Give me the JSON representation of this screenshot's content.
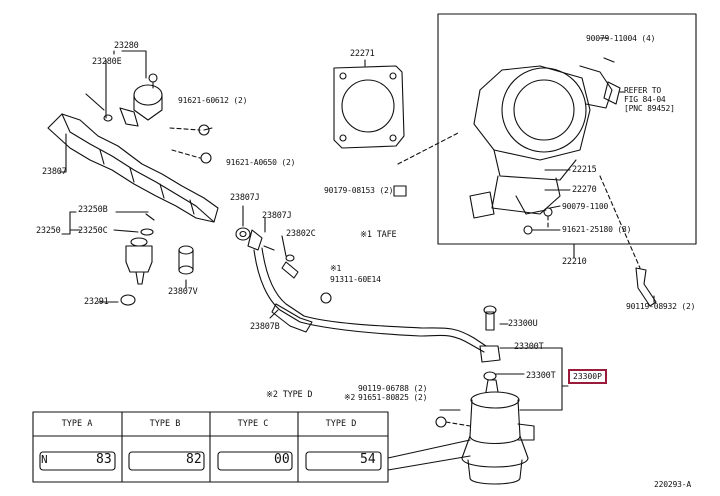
{
  "labels": {
    "p23280": "23280",
    "p23280e": "23280E",
    "p91621_60612": "91621-60612 (2)",
    "p23807": "23807",
    "p91621_a0650": "91621-A0650 (2)",
    "p23807j_a": "23807J",
    "p23807j_b": "23807J",
    "p23250b": "23250B",
    "p23250": "23250",
    "p23250c": "23250C",
    "p23802c": "23802C",
    "p23807v": "23807V",
    "p23291": "23291",
    "p91311": "91311-60E14",
    "p91311_mark": "※1",
    "p23807b": "23807B",
    "tafe_note": "※1  TAFE",
    "p22271": "22271",
    "p90179_08153": "90179-08153 (2)",
    "p90079_11004": "90079-11004 (4)",
    "refer": "REFER TO",
    "refer_fig": "FIG 84-04",
    "refer_pnc": "[PNC 89452]",
    "p22215": "22215",
    "p22270": "22270",
    "p90079_1100": "90079-1100",
    "p91621_25180": "91621-25180 (3)",
    "p22210": "22210",
    "p90119_08932": "90119-08932 (2)",
    "p23300u": "23300U",
    "p23300t_a": "23300T",
    "p23300t_b": "23300T",
    "p23300p": "23300P",
    "p90119_06788": "90119-06788 (2)",
    "p91651_80825": "91651-80825 (2)",
    "p91651_mark": "※2",
    "type_note": "※2 TYPE D",
    "diagram_id": "220293-A"
  },
  "type_table": {
    "headers": [
      "TYPE A",
      "TYPE B",
      "TYPE C",
      "TYPE D"
    ],
    "values": [
      "83",
      "82",
      "00",
      "54"
    ],
    "prefix_a": "N"
  }
}
